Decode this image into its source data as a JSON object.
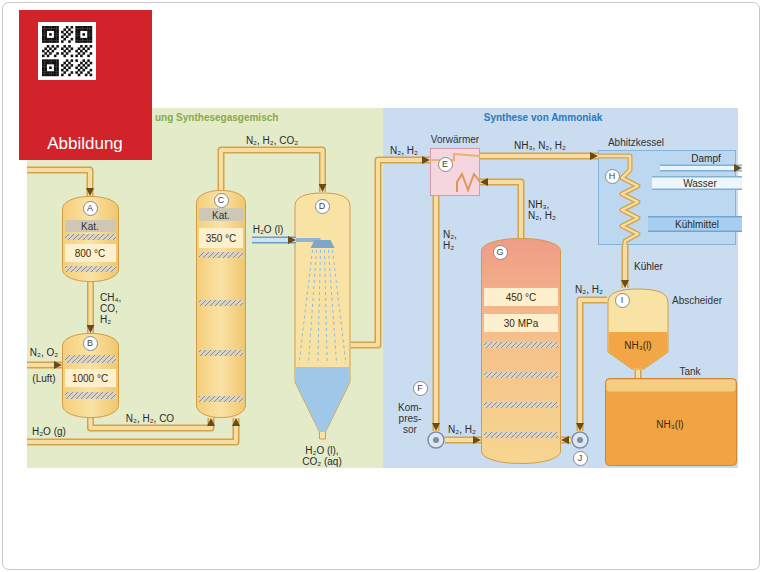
{
  "diagram": {
    "nodes": [
      {
        "text": [
          "Abbildung"
        ]
      },
      {
        "text": [
          "ung Synthesegasgemisch"
        ]
      },
      {
        "text": [
          "A",
          "Kat.",
          "800 °C"
        ],
        "in": 1
      },
      {
        "text": [
          "B",
          "1000 °C"
        ],
        "in": 1
      },
      {
        "text": [
          "C",
          "Kat.",
          "350 °C"
        ],
        "in": 1
      },
      {
        "text": [
          "D"
        ],
        "in": 1
      },
      {
        "text": [
          "Synthese von Ammoniak"
        ]
      },
      {
        "text": [
          "Vorwärmer",
          "E"
        ],
        "in": 6
      },
      {
        "text": [
          "Abhitzkessel",
          "H"
        ],
        "in": 6
      },
      {
        "text": [
          "G",
          "450 °C",
          "30 MPa"
        ],
        "in": 6
      },
      {
        "text": [
          "Abscheider",
          "I",
          "NH₃(l)"
        ],
        "in": 6
      },
      {
        "text": [
          "Tank",
          "NH₃(l)"
        ],
        "in": 6
      },
      {
        "text": [
          "F",
          "Kom- pres- sor"
        ],
        "in": 6
      },
      {
        "text": [
          "J"
        ],
        "in": 6
      }
    ],
    "edges": [
      {
        "from": 2,
        "to": 3,
        "arrow": "to",
        "label": "CH₄, CO, H₂"
      },
      {
        "from": 3,
        "to": 4,
        "arrow": "to",
        "label": "N₂, H₂, CO"
      },
      {
        "from": 4,
        "to": 5,
        "arrow": "to",
        "label": "N₂, H₂, CO₂"
      },
      {
        "from": 5,
        "to": 7,
        "arrow": "to",
        "label": "N₂, H₂"
      },
      {
        "from": 7,
        "to": 12,
        "arrow": "to",
        "label": "N₂, H₂"
      },
      {
        "from": 12,
        "to": 9,
        "arrow": "to",
        "label": "N₂, H₂"
      },
      {
        "from": 9,
        "to": 7,
        "arrow": "to",
        "label": "NH₃, N₂, H₂"
      },
      {
        "from": 7,
        "to": 8,
        "arrow": "to",
        "label": "NH₃, N₂, H₂"
      },
      {
        "from": 8,
        "to": 10,
        "arrow": "to"
      },
      {
        "from": 10,
        "to": 13,
        "arrow": "to",
        "label": "N₂, H₂"
      },
      {
        "from": 13,
        "to": 9,
        "arrow": "to"
      },
      {
        "from": 10,
        "to": 11,
        "arrow": "none"
      }
    ],
    "labels": [
      "N₂, O₂",
      "(Luft)",
      "H₂O (g)",
      "H₂O (l)",
      "H₂O (l), CO₂ (aq)",
      "Dampf",
      "Wasser",
      "Kühlmittel",
      "Kühler"
    ]
  }
}
